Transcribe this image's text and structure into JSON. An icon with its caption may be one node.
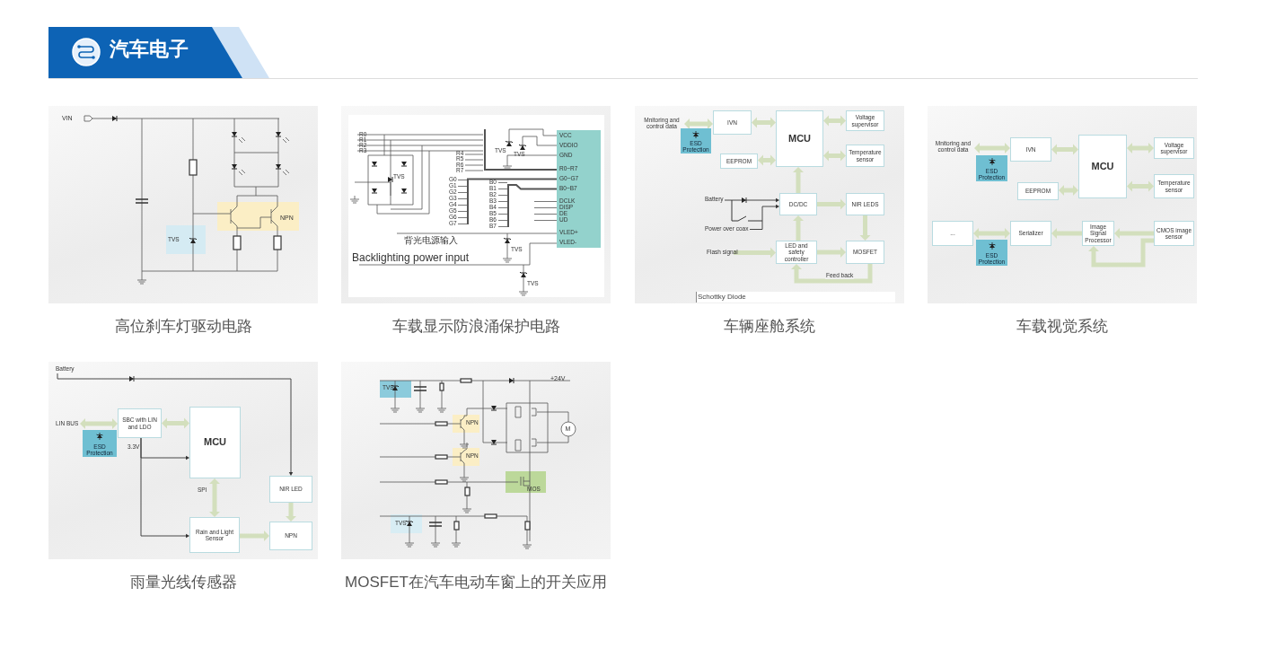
{
  "diagram": {
    "title": "汽车电子",
    "nodes": [
      {
        "text": [
          "Mnitoring and control data"
        ]
      },
      {
        "text": [
          "ESD Protection"
        ]
      },
      {
        "text": [
          "IVN"
        ]
      },
      {
        "text": [
          "MCU"
        ]
      },
      {
        "text": [
          "Voltage supervisor"
        ]
      },
      {
        "text": [
          "Temperature sensor"
        ]
      },
      {
        "text": [
          "EEPROM"
        ]
      },
      {
        "text": [
          "DC/DC"
        ]
      },
      {
        "text": [
          "NIR LEDS"
        ]
      },
      {
        "text": [
          "Battery"
        ]
      },
      {
        "text": [
          "Power over coax"
        ]
      },
      {
        "text": [
          "Flash signal"
        ]
      },
      {
        "text": [
          "LED and safety controller"
        ]
      },
      {
        "text": [
          "MOSFET"
        ]
      },
      {
        "text": [
          "Mnitoring and control data"
        ]
      },
      {
        "text": [
          "ESD Protection"
        ]
      },
      {
        "text": [
          "IVN"
        ]
      },
      {
        "text": [
          "MCU"
        ]
      },
      {
        "text": [
          "Voltage supervisor"
        ]
      },
      {
        "text": [
          "Temperature sensor"
        ]
      },
      {
        "text": [
          "EEPROM"
        ]
      },
      {
        "text": [
          "..."
        ]
      },
      {
        "text": [
          "ESD Protection"
        ]
      },
      {
        "text": [
          "Serializer"
        ]
      },
      {
        "text": [
          "Image Signal Processor"
        ]
      },
      {
        "text": [
          "CMOS image sensor"
        ]
      },
      {
        "text": [
          "Battery"
        ]
      },
      {
        "text": [
          "LIN BUS"
        ]
      },
      {
        "text": [
          "ESD Protection"
        ]
      },
      {
        "text": [
          "SBC with LIN and LDO"
        ]
      },
      {
        "text": [
          "MCU"
        ]
      },
      {
        "text": [
          "Rain and Light Sensor"
        ]
      },
      {
        "text": [
          "NIR LED"
        ]
      },
      {
        "text": [
          "NPN"
        ]
      }
    ],
    "edges": [
      {
        "from": 0,
        "to": 2,
        "arrow": "both"
      },
      {
        "from": 2,
        "to": 3,
        "arrow": "both"
      },
      {
        "from": 3,
        "to": 4,
        "arrow": "both"
      },
      {
        "from": 3,
        "to": 5,
        "arrow": "both"
      },
      {
        "from": 6,
        "to": 3,
        "arrow": "both"
      },
      {
        "from": 7,
        "to": 3,
        "arrow": "to"
      },
      {
        "from": 9,
        "to": 7,
        "arrow": "to",
        "color": "#333333"
      },
      {
        "from": 10,
        "to": 7,
        "arrow": "to",
        "color": "#333333"
      },
      {
        "from": 7,
        "to": 8,
        "arrow": "to"
      },
      {
        "from": 8,
        "to": 13,
        "arrow": "to"
      },
      {
        "from": 11,
        "to": 12,
        "arrow": "to"
      },
      {
        "from": 12,
        "to": 7,
        "arrow": "to"
      },
      {
        "from": 12,
        "to": 13,
        "arrow": "to"
      },
      {
        "from": 13,
        "to": 12,
        "arrow": "to",
        "label": "Feed back"
      },
      {
        "from": 14,
        "to": 16,
        "arrow": "both"
      },
      {
        "from": 16,
        "to": 17,
        "arrow": "both"
      },
      {
        "from": 17,
        "to": 18,
        "arrow": "both"
      },
      {
        "from": 17,
        "to": 19,
        "arrow": "both"
      },
      {
        "from": 20,
        "to": 17,
        "arrow": "both"
      },
      {
        "from": 21,
        "to": 23,
        "arrow": "both"
      },
      {
        "from": 24,
        "to": 23,
        "arrow": "to"
      },
      {
        "from": 25,
        "to": 24,
        "arrow": "to"
      },
      {
        "from": 25,
        "to": 24,
        "arrow": "to"
      },
      {
        "from": 26,
        "to": 32,
        "arrow": "to",
        "color": "#333333"
      },
      {
        "from": 27,
        "to": 29,
        "arrow": "both"
      },
      {
        "from": 29,
        "to": 30,
        "arrow": "both"
      },
      {
        "from": 29,
        "to": 30,
        "arrow": "to",
        "color": "#333333",
        "label": "3.3V"
      },
      {
        "from": 29,
        "to": 31,
        "arrow": "to",
        "color": "#333333"
      },
      {
        "from": 30,
        "to": 31,
        "arrow": "both",
        "label": "SPI"
      },
      {
        "from": 32,
        "to": 33,
        "arrow": "to"
      },
      {
        "from": 31,
        "to": 33,
        "arrow": "to"
      }
    ],
    "labels": [
      "VIN",
      "TVS",
      "NPN",
      "高位刹车灯驱动电路",
      "R0",
      "R1",
      "R2",
      "R3",
      "TVS",
      "TVS",
      "TVS",
      "R4",
      "R5",
      "R6",
      "R7",
      "G0",
      "G1",
      "G2",
      "G3",
      "G4",
      "G5",
      "G6",
      "G7",
      "B0",
      "B1",
      "B2",
      "B3",
      "B4",
      "B5",
      "B6",
      "B7",
      "VCC",
      "VDDIO",
      "GND",
      "R0~R7",
      "G0~G7",
      "B0~B7",
      "DCLK",
      "DISP",
      "DE",
      "UD",
      "VLED+",
      "VLED-",
      "TVS",
      "背光电源输入",
      "Backlighting power input",
      "TVS",
      "车载显示防浪涌保护电路",
      "Schottky Diode",
      "车辆座舱系统",
      "车载视觉系统",
      "雨量光线传感器",
      "TVS",
      "+24V",
      "NPN",
      "M",
      "NPN",
      "MOS",
      "TVS",
      "MOSFET在汽车电动车窗上的开关应用"
    ]
  }
}
